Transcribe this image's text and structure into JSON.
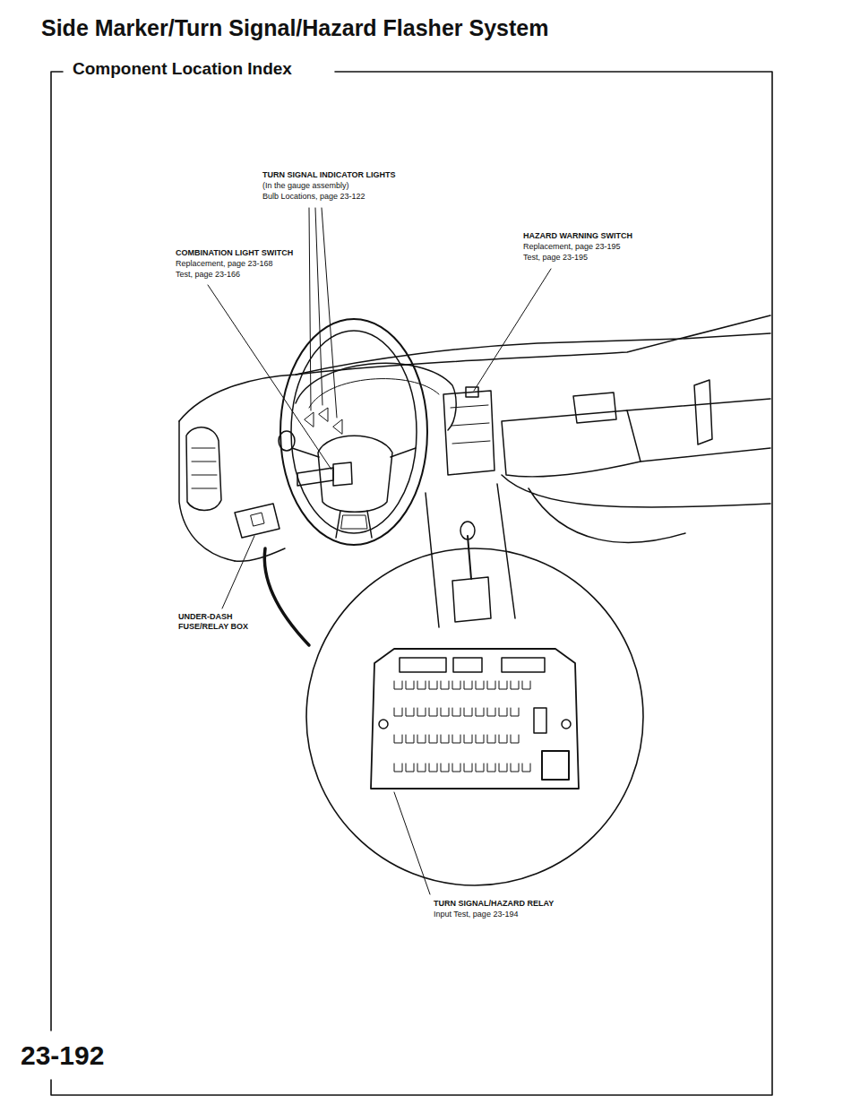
{
  "diagram": {
    "title": "Side Marker/Turn Signal/Hazard Flasher System",
    "labels": [
      "Component Location Index",
      "TURN SIGNAL INDICATOR LIGHTS",
      "(In the gauge assembly)",
      "Bulb Locations, page 23-122",
      "HAZARD WARNING SWITCH",
      "Replacement, page 23-195",
      "Test, page 23-195",
      "COMBINATION LIGHT SWITCH",
      "Replacement, page 23-168",
      "Test, page 23-166",
      "UNDER-DASH FUSE/RELAY BOX",
      "TURN SIGNAL/HAZARD RELAY",
      "Input Test, page 23-194",
      "23-192"
    ]
  }
}
